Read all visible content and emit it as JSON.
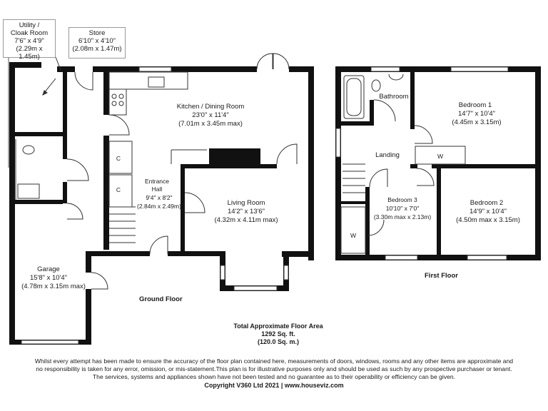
{
  "callouts": {
    "utility": {
      "name": "Utility /",
      "name2": "Cloak Room",
      "dims": "7'6\" x 4'9\"",
      "metric": "(2.29m x 1.45m)"
    },
    "store": {
      "name": "Store",
      "dims": "6'10\" x 4'10\"",
      "metric": "(2.08m x 1.47m)"
    }
  },
  "rooms": {
    "kitchen": {
      "name": "Kitchen / Dining Room",
      "dims": "23'0\" x 11'4\"",
      "metric": "(7.01m x 3.45m max)"
    },
    "hall": {
      "name": "Entrance",
      "name2": "Hall",
      "dims": "9'4\" x 8'2\"",
      "metric": "(2.84m x 2.49m)"
    },
    "living": {
      "name": "Living Room",
      "dims": "14'2\" x 13'6\"",
      "metric": "(4.32m x 4.11m max)"
    },
    "garage": {
      "name": "Garage",
      "dims": "15'8\" x 10'4\"",
      "metric": "(4.78m x 3.15m max)"
    },
    "bathroom": {
      "name": "Bathroom"
    },
    "landing": {
      "name": "Landing"
    },
    "bed1": {
      "name": "Bedroom 1",
      "dims": "14'7\" x 10'4\"",
      "metric": "(4.45m x 3.15m)"
    },
    "bed2": {
      "name": "Bedroom 2",
      "dims": "14'9\" x 10'4\"",
      "metric": "(4.50m max x 3.15m)"
    },
    "bed3": {
      "name": "Bedroom 3",
      "dims": "10'10\" x 7'0\"",
      "metric": "(3.30m max x 2.13m)"
    }
  },
  "cupboards": {
    "c": "C",
    "w": "W"
  },
  "floors": {
    "ground": "Ground Floor",
    "first": "First Floor"
  },
  "area": {
    "title": "Total Approximate Floor Area",
    "sqft": "1292 Sq. ft.",
    "sqm": "(120.0 Sq. m.)"
  },
  "disclaimer": {
    "line1": "Whilst every attempt has been made to ensure the accuracy of the floor plan contained here, measurements of doors, windows, rooms and any other items are approximate and",
    "line2": "no responsibility is taken for any error, omission, or mis-statement.This plan is for illustrative purposes only and should be used as such by any prospective purchaser or tenant.",
    "line3": "The services, systems and appliances shown have not been tested and no guarantee as to their operability or efficiency can be given.",
    "copyright": "Copyright V360 Ltd 2021 | www.houseviz.com"
  }
}
